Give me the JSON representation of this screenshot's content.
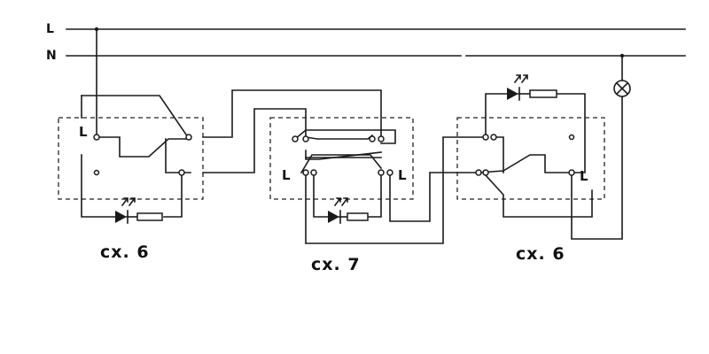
{
  "bus": {
    "line_label": "L",
    "neutral_label": "N"
  },
  "switches": {
    "left": {
      "terminal_label": "L",
      "caption": "сх. 6"
    },
    "middle": {
      "terminal_label_left": "L",
      "terminal_label_right": "L",
      "caption": "сх. 7"
    },
    "right": {
      "terminal_label": "L",
      "caption": "сх. 6"
    }
  },
  "icons": {
    "led": "led-indicator-icon",
    "resistor": "resistor-icon",
    "lamp": "lamp-icon"
  },
  "colors": {
    "ink": "#1a1a1a",
    "paper": "#ffffff"
  }
}
